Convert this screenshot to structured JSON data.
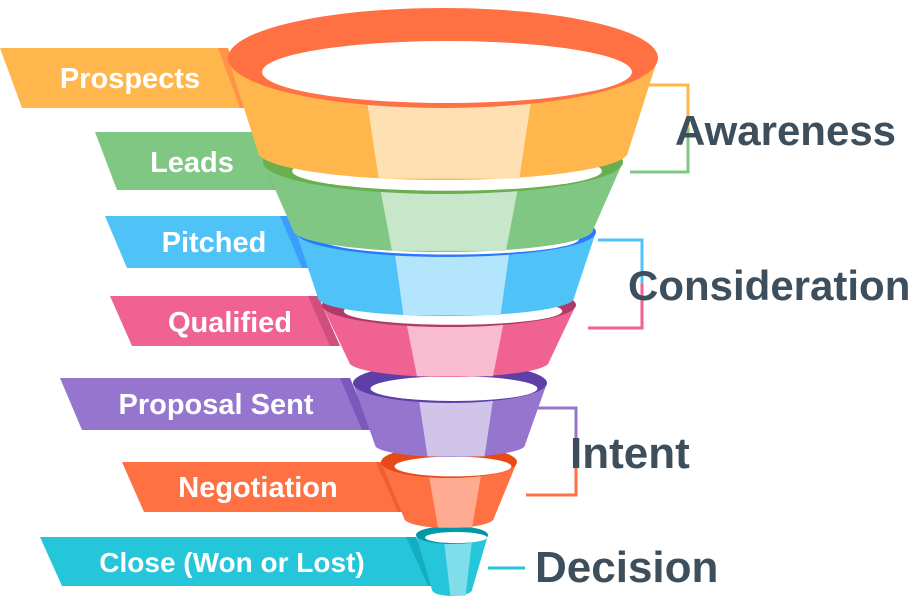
{
  "stages": [
    {
      "label": "Prospects",
      "color": "#FFB74D",
      "rim": "#FF7043",
      "light": "#FFE0B2",
      "inner": "#E57342"
    },
    {
      "label": "Leads",
      "color": "#81C784",
      "rim": "#6BAE4E",
      "light": "#C8E6C9",
      "inner": "#5E9E45"
    },
    {
      "label": "Pitched",
      "color": "#4FC3F7",
      "rim": "#2979FF",
      "light": "#B3E5FC",
      "inner": "#2A6CE0"
    },
    {
      "label": "Qualified",
      "color": "#F06292",
      "rim": "#B03B6A",
      "light": "#F8BBD0",
      "inner": "#9C2F5A"
    },
    {
      "label": "Proposal Sent",
      "color": "#9575CD",
      "rim": "#5E3FA8",
      "light": "#D1C4E9",
      "inner": "#4E3294"
    },
    {
      "label": "Negotiation",
      "color": "#FF7043",
      "rim": "#E64A19",
      "light": "#FFAB91",
      "inner": "#C53D12"
    },
    {
      "label": "Close (Won or Lost)",
      "color": "#26C6DA",
      "rim": "#0097A7",
      "light": "#80DEEA",
      "inner": "#007C8A"
    }
  ],
  "groups": [
    {
      "label": "Awareness",
      "color": "#FFB74D",
      "color2": "#81C784"
    },
    {
      "label": "Consideration",
      "color": "#4FC3F7",
      "color2": "#F06292"
    },
    {
      "label": "Intent",
      "color": "#9575CD",
      "color2": "#FF7043"
    },
    {
      "label": "Decision",
      "color": "#26C6DA",
      "color2": "#26C6DA"
    }
  ],
  "text_color": "#3D4E5C"
}
